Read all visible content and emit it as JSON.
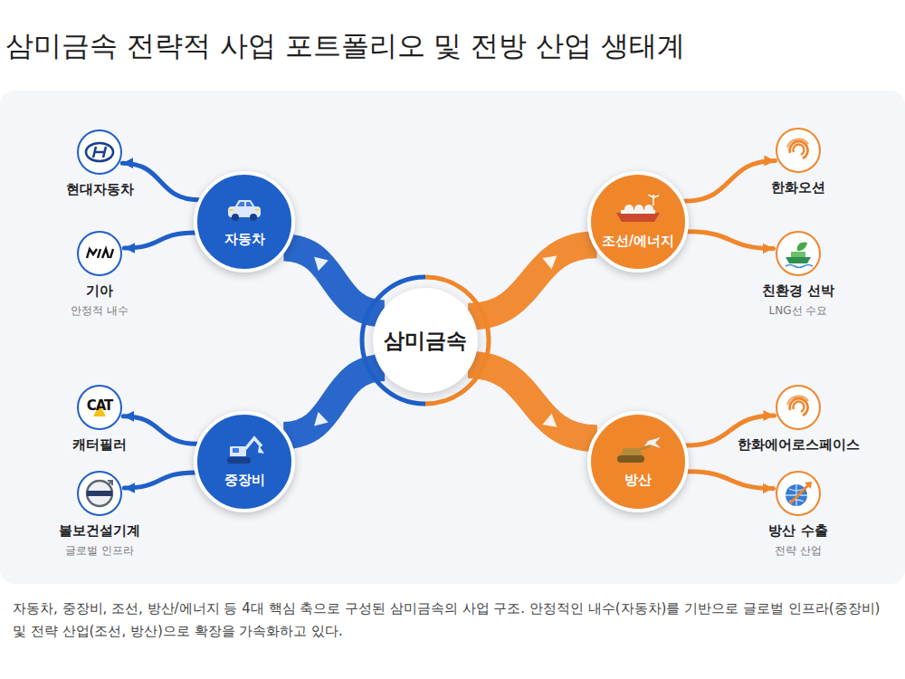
{
  "diagram": {
    "title": "삼미금속 전략적 사업 포트폴리오 및 전방 산업 생태계",
    "caption": "자동차, 중장비, 조선, 방산/에너지 등 4대 핵심 축으로 구성된 삼미금속의 사업 구조. 안정적인 내수(자동차)를 기반으로 글로벌 인프라(중장비) 및 전략 산업(조선, 방산)으로 확장을 가속화하고 있다.",
    "nodes": [
      {
        "text": [
          "삼미금속"
        ]
      },
      {
        "text": [
          "자동차"
        ]
      },
      {
        "text": [
          "조선/에너지"
        ]
      },
      {
        "text": [
          "중장비"
        ]
      },
      {
        "text": [
          "방산"
        ]
      },
      {
        "text": [
          "현대자동차"
        ]
      },
      {
        "text": [
          "기아",
          "안정적 내수"
        ]
      },
      {
        "text": [
          "캐터필러"
        ]
      },
      {
        "text": [
          "볼보건설기계",
          "글로벌 인프라"
        ]
      },
      {
        "text": [
          "한화오션"
        ]
      },
      {
        "text": [
          "친환경 선박",
          "LNG선 수요"
        ]
      },
      {
        "text": [
          "한화에어로스페이스"
        ]
      },
      {
        "text": [
          "방산 수출",
          "전략 산업"
        ]
      }
    ],
    "edges": [
      {
        "from": 0,
        "to": 1,
        "arrow": "to"
      },
      {
        "from": 0,
        "to": 2,
        "arrow": "to"
      },
      {
        "from": 0,
        "to": 3,
        "arrow": "to"
      },
      {
        "from": 0,
        "to": 4,
        "arrow": "to"
      },
      {
        "from": 1,
        "to": 5,
        "arrow": "to"
      },
      {
        "from": 1,
        "to": 6,
        "arrow": "to"
      },
      {
        "from": 3,
        "to": 7,
        "arrow": "to"
      },
      {
        "from": 3,
        "to": 8,
        "arrow": "to"
      },
      {
        "from": 2,
        "to": 9,
        "arrow": "to"
      },
      {
        "from": 2,
        "to": 10,
        "arrow": "to"
      },
      {
        "from": 4,
        "to": 11,
        "arrow": "to"
      },
      {
        "from": 4,
        "to": 12,
        "arrow": "to"
      }
    ],
    "labels": [
      "CAT"
    ]
  }
}
